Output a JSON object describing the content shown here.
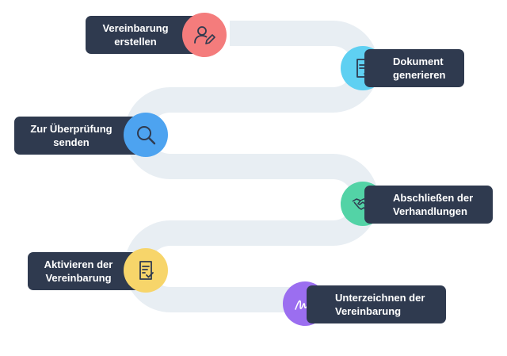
{
  "colors": {
    "path": "#e8eef3",
    "label_bg": "#2f3a4f",
    "label_text": "#ffffff",
    "icon_stroke": "#2f3a4f",
    "sign_stroke": "#ffffff"
  },
  "steps": [
    {
      "line1": "Vereinbarung",
      "line2": "erstellen",
      "icon": "user-edit-icon",
      "color": "#f47c7c"
    },
    {
      "line1": "Dokument",
      "line2": "generieren",
      "icon": "document-add-icon",
      "color": "#5fd0f2"
    },
    {
      "line1": "Zur Überprüfung",
      "line2": "senden",
      "icon": "search-icon",
      "color": "#4da3f0"
    },
    {
      "line1": "Abschließen der",
      "line2": "Verhandlungen",
      "icon": "handshake-icon",
      "color": "#53d3a6"
    },
    {
      "line1": "Aktivieren der",
      "line2": "Vereinbarung",
      "icon": "document-check-icon",
      "color": "#f7d56a"
    },
    {
      "line1": "Unterzeichnen der",
      "line2": "Vereinbarung",
      "icon": "signature-icon",
      "color": "#9b6ef0"
    }
  ]
}
